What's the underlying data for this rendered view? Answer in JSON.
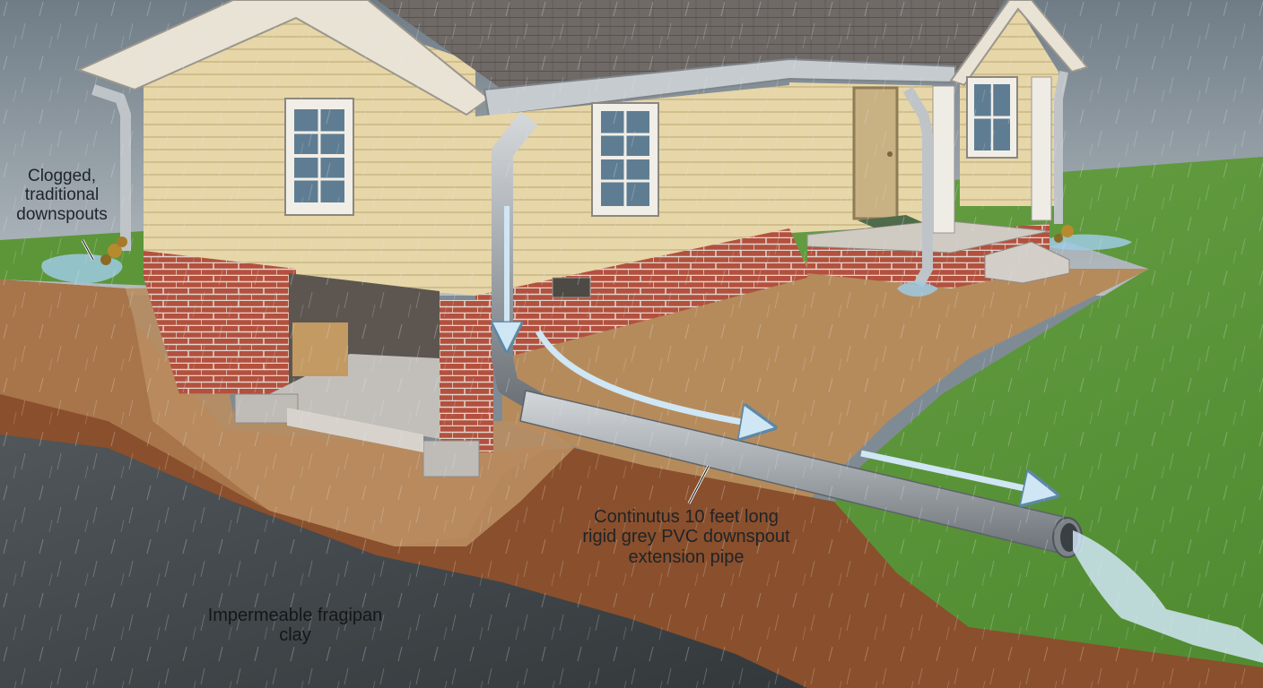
{
  "labels": {
    "clogged_downspouts": "Clogged,\ntraditional\ndownspouts",
    "pvc_extension": "Continutus 10 feet long\nrigid grey PVC downspout\nextension pipe",
    "fragipan_clay": "Impermeable fragipan\nclay"
  },
  "colors": {
    "sky": "#8e9aa3",
    "siding": "#e6d6a8",
    "roof_shingles": "#6f6a66",
    "brick": "#b3503e",
    "lawn": "#5f9a3c",
    "topsoil": "#b68b5c",
    "subsoil": "#8a4f2c",
    "fragipan_clay": "#3d4246",
    "pvc_pipe": "#a6abb0",
    "water": "#cfe6f5"
  },
  "icons": [
    "rain-streaks",
    "flow-arrow",
    "water-puddle",
    "leaf-debris"
  ]
}
